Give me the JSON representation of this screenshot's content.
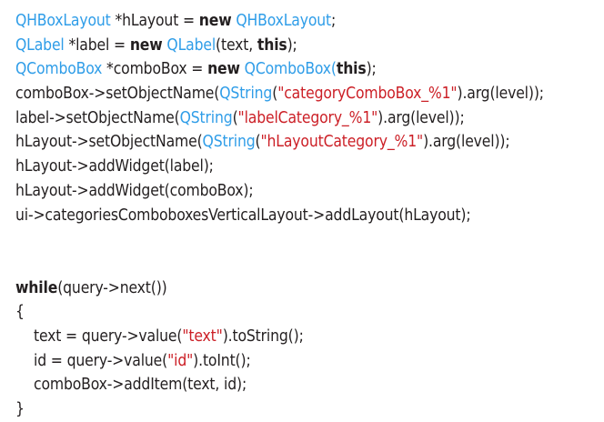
{
  "title": "C++ Qt code snippet",
  "colors": {
    "background": "#ffffff",
    "plain_text": "#231f20",
    "type_name": "#2f9de8",
    "string_literal": "#cc2027",
    "keyword": "#231f20"
  },
  "code": {
    "language": "C++ (Qt)",
    "lines": [
      {
        "indent": 0,
        "tokens": [
          {
            "type": "type",
            "text": "QHBoxLayout"
          },
          {
            "type": "plain",
            "text": " *hLayout = "
          },
          {
            "type": "kw",
            "text": "new"
          },
          {
            "type": "plain",
            "text": " "
          },
          {
            "type": "type",
            "text": "QHBoxLayout"
          },
          {
            "type": "plain",
            "text": ";"
          }
        ]
      },
      {
        "indent": 0,
        "tokens": [
          {
            "type": "type",
            "text": "QLabel"
          },
          {
            "type": "plain",
            "text": " *label = "
          },
          {
            "type": "kw",
            "text": "new"
          },
          {
            "type": "plain",
            "text": " "
          },
          {
            "type": "type",
            "text": "QLabel"
          },
          {
            "type": "plain",
            "text": "(text, "
          },
          {
            "type": "kw",
            "text": "this"
          },
          {
            "type": "plain",
            "text": ");"
          }
        ]
      },
      {
        "indent": 0,
        "tokens": [
          {
            "type": "type",
            "text": "QComboBox"
          },
          {
            "type": "plain",
            "text": " *comboBox = "
          },
          {
            "type": "kw",
            "text": "new"
          },
          {
            "type": "plain",
            "text": " "
          },
          {
            "type": "type",
            "text": "QComboBox("
          },
          {
            "type": "kw",
            "text": "this"
          },
          {
            "type": "plain",
            "text": ");"
          }
        ]
      },
      {
        "indent": 0,
        "tokens": [
          {
            "type": "plain",
            "text": "comboBox->setObjectName("
          },
          {
            "type": "type",
            "text": "QString"
          },
          {
            "type": "plain",
            "text": "("
          },
          {
            "type": "string",
            "text": "\"categoryComboBox_%1\""
          },
          {
            "type": "plain",
            "text": ").arg(level));"
          }
        ]
      },
      {
        "indent": 0,
        "tokens": [
          {
            "type": "plain",
            "text": "label->setObjectName("
          },
          {
            "type": "type",
            "text": "QString"
          },
          {
            "type": "plain",
            "text": "("
          },
          {
            "type": "string",
            "text": "\"labelCategory_%1\""
          },
          {
            "type": "plain",
            "text": ").arg(level));"
          }
        ]
      },
      {
        "indent": 0,
        "tokens": [
          {
            "type": "plain",
            "text": "hLayout->setObjectName("
          },
          {
            "type": "type",
            "text": "QString"
          },
          {
            "type": "plain",
            "text": "("
          },
          {
            "type": "string",
            "text": "\"hLayoutCategory_%1\""
          },
          {
            "type": "plain",
            "text": ").arg(level));"
          }
        ]
      },
      {
        "indent": 0,
        "tokens": [
          {
            "type": "plain",
            "text": "hLayout->addWidget(label);"
          }
        ]
      },
      {
        "indent": 0,
        "tokens": [
          {
            "type": "plain",
            "text": "hLayout->addWidget(comboBox);"
          }
        ]
      },
      {
        "indent": 0,
        "tokens": [
          {
            "type": "plain",
            "text": "ui->categoriesComboboxesVerticalLayout->addLayout(hLayout);"
          }
        ]
      },
      {
        "indent": 0,
        "blank": true,
        "tokens": []
      },
      {
        "indent": 0,
        "blank": true,
        "tokens": []
      },
      {
        "indent": 0,
        "tokens": [
          {
            "type": "kw",
            "text": "while"
          },
          {
            "type": "plain",
            "text": "(query->next())"
          }
        ]
      },
      {
        "indent": 0,
        "tokens": [
          {
            "type": "plain",
            "text": "{"
          }
        ]
      },
      {
        "indent": 1,
        "tokens": [
          {
            "type": "plain",
            "text": "text = query->value("
          },
          {
            "type": "string",
            "text": "\"text\""
          },
          {
            "type": "plain",
            "text": ").toString();"
          }
        ]
      },
      {
        "indent": 1,
        "tokens": [
          {
            "type": "plain",
            "text": "id = query->value("
          },
          {
            "type": "string",
            "text": "\"id\""
          },
          {
            "type": "plain",
            "text": ").toInt();"
          }
        ]
      },
      {
        "indent": 1,
        "tokens": [
          {
            "type": "plain",
            "text": "comboBox->addItem(text, id);"
          }
        ]
      },
      {
        "indent": 0,
        "tokens": [
          {
            "type": "plain",
            "text": "}"
          }
        ]
      }
    ]
  }
}
